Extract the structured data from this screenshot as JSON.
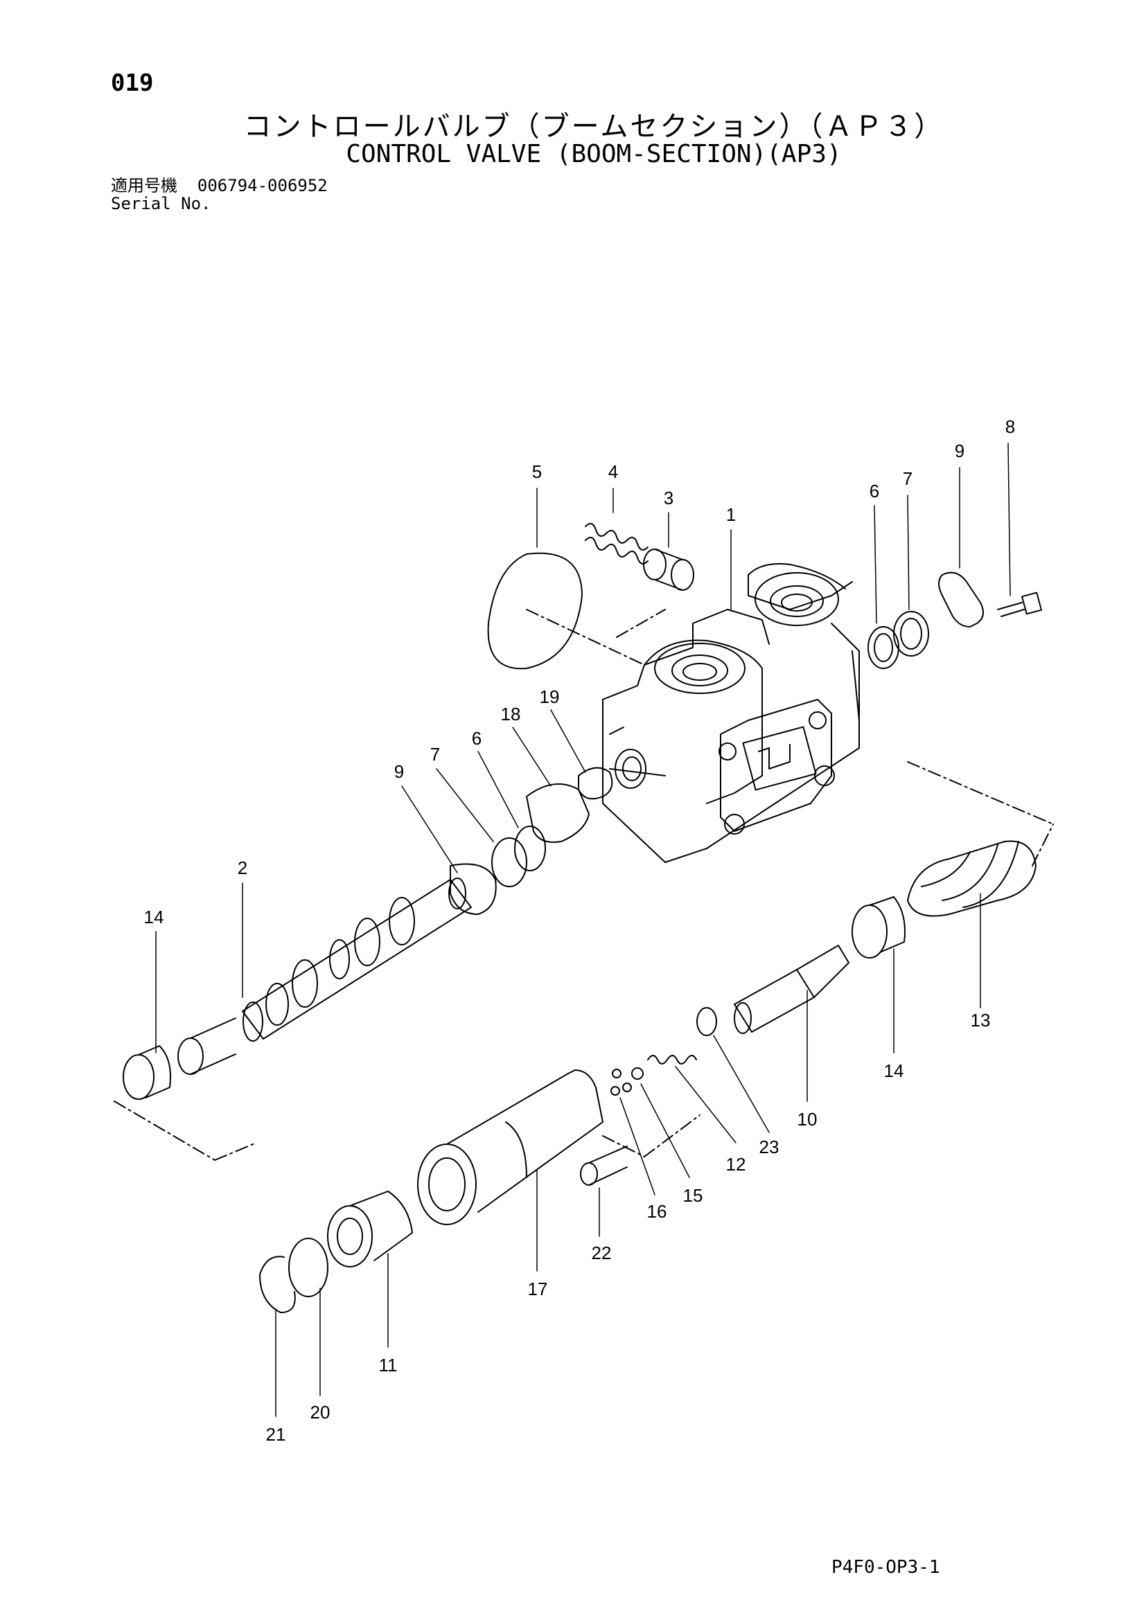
{
  "header": {
    "page_number": "019",
    "title_jp": "コントロールバルブ（ブームセクション）（ＡＰ３）",
    "title_en": "CONTROL VALVE (BOOM-SECTION)(AP3)",
    "serial_label_jp": "適用号機",
    "serial_range": "006794-006952",
    "serial_label_en": "Serial No."
  },
  "callouts": [
    {
      "id": "c-8",
      "label": "8"
    },
    {
      "id": "c-9a",
      "label": "9"
    },
    {
      "id": "c-7a",
      "label": "7"
    },
    {
      "id": "c-6a",
      "label": "6"
    },
    {
      "id": "c-5",
      "label": "5"
    },
    {
      "id": "c-4",
      "label": "4"
    },
    {
      "id": "c-3",
      "label": "3"
    },
    {
      "id": "c-1",
      "label": "1"
    },
    {
      "id": "c-19",
      "label": "19"
    },
    {
      "id": "c-18",
      "label": "18"
    },
    {
      "id": "c-6b",
      "label": "6"
    },
    {
      "id": "c-7b",
      "label": "7"
    },
    {
      "id": "c-9b",
      "label": "9"
    },
    {
      "id": "c-2",
      "label": "2"
    },
    {
      "id": "c-14a",
      "label": "14"
    },
    {
      "id": "c-13",
      "label": "13"
    },
    {
      "id": "c-14b",
      "label": "14"
    },
    {
      "id": "c-10",
      "label": "10"
    },
    {
      "id": "c-23",
      "label": "23"
    },
    {
      "id": "c-12",
      "label": "12"
    },
    {
      "id": "c-15",
      "label": "15"
    },
    {
      "id": "c-16",
      "label": "16"
    },
    {
      "id": "c-22",
      "label": "22"
    },
    {
      "id": "c-17",
      "label": "17"
    },
    {
      "id": "c-11",
      "label": "11"
    },
    {
      "id": "c-20",
      "label": "20"
    },
    {
      "id": "c-21",
      "label": "21"
    }
  ],
  "footer": {
    "code": "P4F0-OP3-1"
  }
}
